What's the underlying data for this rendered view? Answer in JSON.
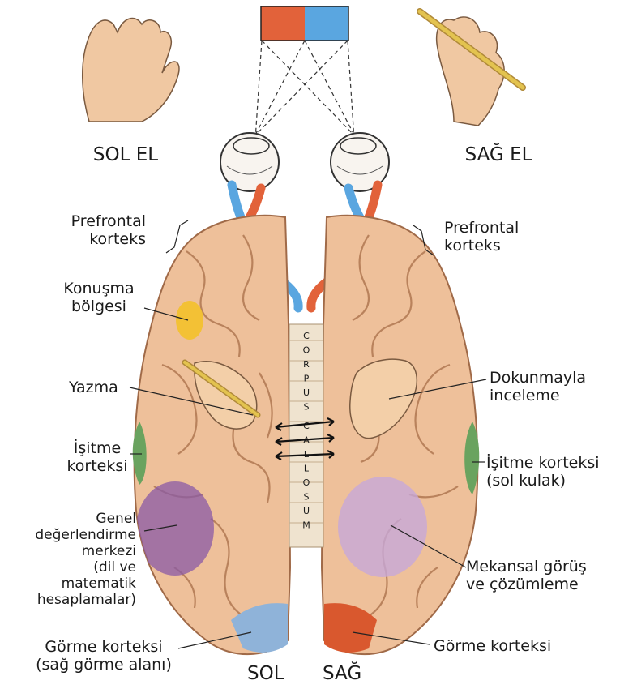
{
  "labels": {
    "left_hand": "SOL EL",
    "right_hand": "SAĞ EL",
    "prefrontal_left": [
      "Prefrontal",
      "korteks"
    ],
    "prefrontal_right": [
      "Prefrontal",
      "korteks"
    ],
    "speech": [
      "Konuşma",
      "bölgesi"
    ],
    "writing": "Yazma",
    "touch": [
      "Dokunmayla",
      "inceleme"
    ],
    "hearing_left": [
      "İşitme",
      "korteksi"
    ],
    "hearing_right": [
      "İşitme korteksi",
      "(sol kulak)"
    ],
    "general": [
      "Genel",
      "değerlendirme",
      "merkezi",
      "(dil ve",
      "matematik",
      "hesaplamalar)"
    ],
    "spatial": [
      "Mekansal görüş",
      "ve çözümleme"
    ],
    "visual_left": [
      "Görme korteksi",
      "(sağ görme alanı)"
    ],
    "visual_right": "Görme korteksi",
    "hemi_left": "SOL",
    "hemi_right": "SAĞ",
    "corpus_callosum": "CORPUS CALLOSUM"
  },
  "colors": {
    "visual_field_left": "#e2623a",
    "visual_field_right": "#5aa6e0",
    "brain_base": "#eec09a",
    "brain_shadow": "#d9a07c",
    "speech_area": "#f3c12a",
    "hearing_area": "#6aa35f",
    "general_area": "#8a5aa6",
    "spatial_area": "#c7a7d8",
    "visual_cortex_left": "#8fb3d9",
    "visual_cortex_right": "#d9582e"
  }
}
